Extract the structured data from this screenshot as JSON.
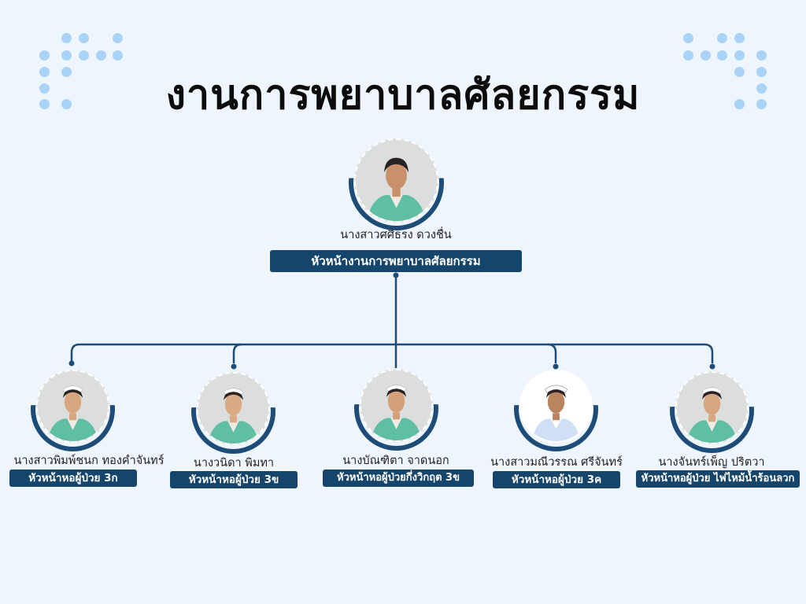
{
  "title": "งานการพยาบาลศัลยกรรม",
  "head": {
    "name": "นางสาวศศิธรง ดวงชื่น",
    "role": "หัวหน้างานการพยาบาลศัลยกรรม"
  },
  "members": [
    {
      "name": "นางสาวพิมพ์ชนก ทองคำจันทร์",
      "role": "หัวหน้าหอผู้ป่วย 3ก",
      "uniform": "green"
    },
    {
      "name": "นางวนิดา พิมทา",
      "role": "หัวหน้าหอผู้ป่วย 3ข",
      "uniform": "green"
    },
    {
      "name": "นางบัณฑิตา จาดนอก",
      "role": "หัวหน้าหอผู้ป่วยกึ่งวิกฤต 3ข",
      "uniform": "green"
    },
    {
      "name": "นางสาวมณีวรรณ ศรีจันทร์",
      "role": "หัวหน้าหอผู้ป่วย 3ค",
      "uniform": "white"
    },
    {
      "name": "นางจันทร์เพ็ญ ปริตวา",
      "role": "หัวหน้าหอผู้ป่วย ไฟไหม้น้ำร้อนลวก",
      "uniform": "green"
    }
  ],
  "colors": {
    "accent": "#16456b",
    "background": "#eef5fd",
    "dots": "#a9d3f7",
    "uniform_green": "#6cc5b0"
  }
}
